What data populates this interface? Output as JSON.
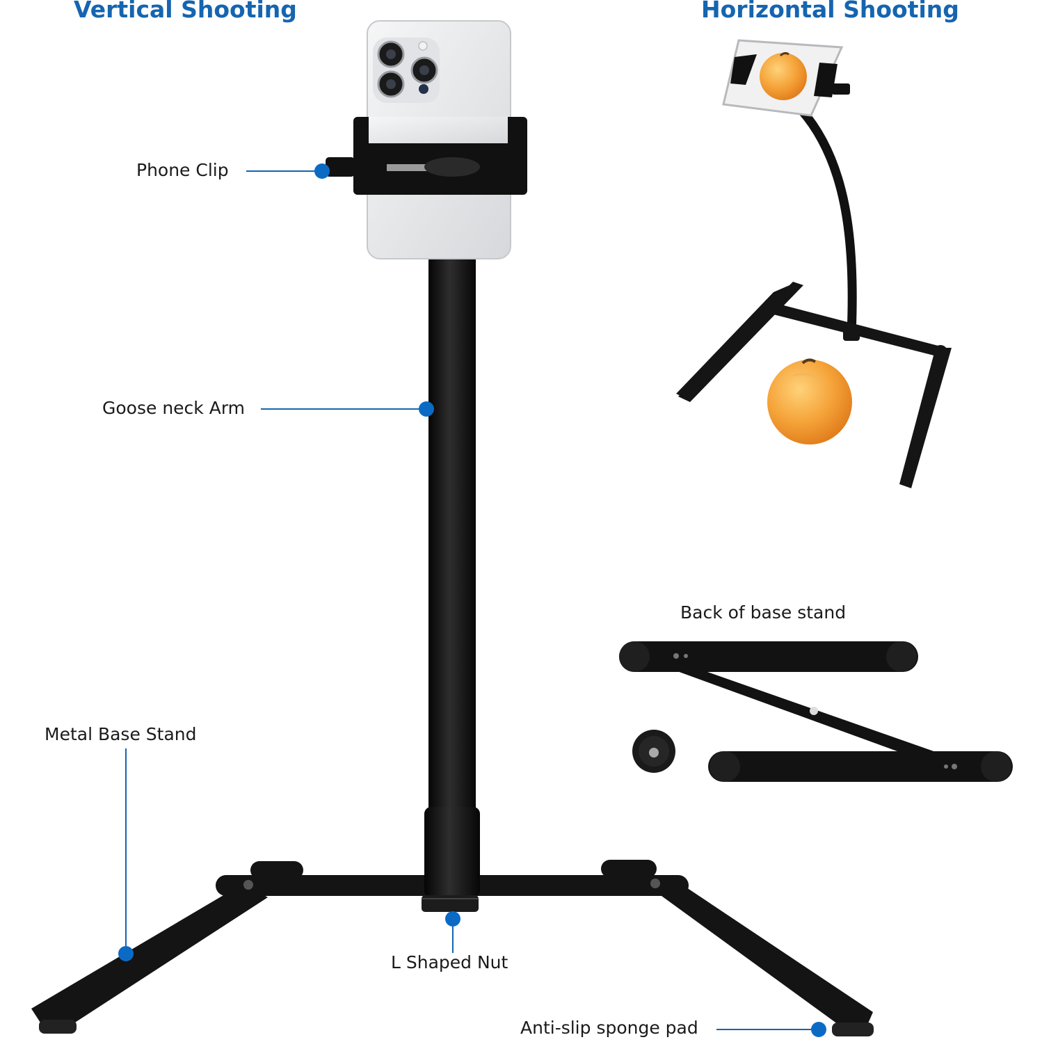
{
  "headings": {
    "vertical": "Vertical Shooting",
    "horizontal": "Horizontal Shooting"
  },
  "callouts": {
    "phone_clip": "Phone Clip",
    "goose_neck_arm": "Goose neck Arm",
    "metal_base_stand": "Metal Base Stand",
    "l_shaped_nut": "L Shaped Nut",
    "anti_slip_pad": "Anti-slip sponge pad",
    "back_of_base": "Back of base stand"
  },
  "colors": {
    "heading": "#1565b0",
    "callout_line": "#1565b0",
    "callout_dot": "#0b6bc4",
    "metal": "#151515",
    "phone_body": "#e9eaec",
    "fruit": "#f4a43b"
  },
  "icons": [
    "phone-icon",
    "peach-icon",
    "knob-icon"
  ]
}
